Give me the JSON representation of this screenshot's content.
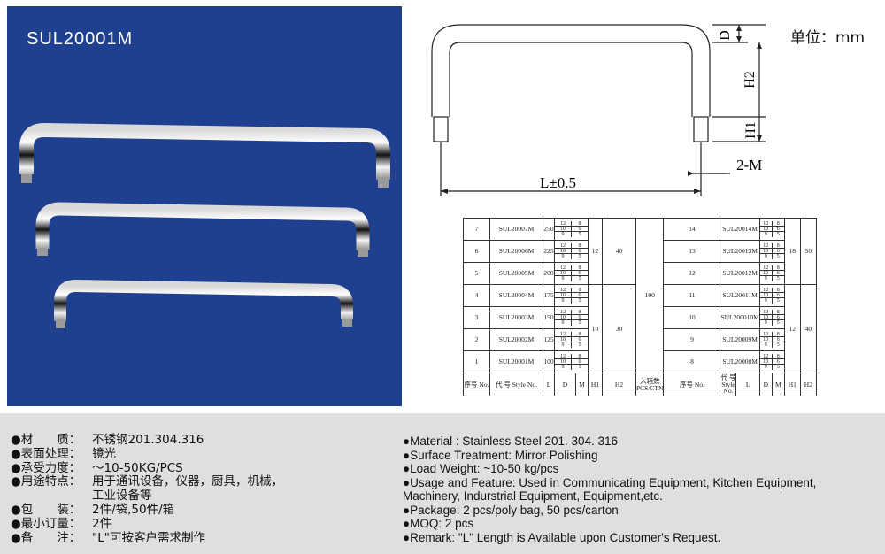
{
  "model": "SUL20001M",
  "unit": "单位：mm",
  "dim_labels": {
    "d": "D",
    "h2": "H2",
    "h1": "H1",
    "m": "2-M",
    "l": "L±0.5"
  },
  "table": {
    "header_left": {
      "no": "序号 No.",
      "style": "代 号 Style No.",
      "l": "L",
      "d": "D",
      "m": "M",
      "h1": "H1",
      "h2": "H2"
    },
    "header_mid": "入箱数 PCS/CTN",
    "header_right": {
      "no": "序号 No.",
      "style": "代 号 Style No.",
      "l": "L",
      "d": "D",
      "m": "M",
      "h1": "H1",
      "h2": "H2"
    },
    "dm_rows": [
      [
        "12",
        "8"
      ],
      [
        "10",
        "6"
      ],
      [
        "9",
        "5"
      ]
    ],
    "left_rows": [
      {
        "no": "7",
        "style": "SUL20007M",
        "l": "250"
      },
      {
        "no": "6",
        "style": "SUL20006M",
        "l": "225"
      },
      {
        "no": "5",
        "style": "SUL20005M",
        "l": "200"
      },
      {
        "no": "4",
        "style": "SUL20004M",
        "l": "175"
      },
      {
        "no": "3",
        "style": "SUL20003M",
        "l": "150"
      },
      {
        "no": "2",
        "style": "SUL20002M",
        "l": "125"
      },
      {
        "no": "1",
        "style": "SUL20001M",
        "l": "100"
      }
    ],
    "left_h_top": {
      "h1": "12",
      "h2": "40"
    },
    "left_h_bottom": {
      "h1": "10",
      "h2": "30"
    },
    "pcs": "100",
    "right_rows": [
      {
        "no": "14",
        "style": "SUL20014M"
      },
      {
        "no": "13",
        "style": "SUL20013M"
      },
      {
        "no": "12",
        "style": "SUL20012M"
      },
      {
        "no": "11",
        "style": "SUL20011M"
      },
      {
        "no": "10",
        "style": "SUL200010M"
      },
      {
        "no": "9",
        "style": "SUL20009M"
      },
      {
        "no": "8",
        "style": "SUL20008M"
      }
    ],
    "right_h_top": {
      "h1": "18",
      "h2": "50"
    },
    "right_h_bottom": {
      "h1": "12",
      "h2": "40"
    }
  },
  "cn_specs": [
    {
      "label": "●材　　质：",
      "value": "不锈钢201.304.316"
    },
    {
      "label": "●表面处理：",
      "value": "镜光"
    },
    {
      "label": "●承受力度：",
      "value": "～10-50KG/PCS"
    },
    {
      "label": "●用途特点：",
      "value": "用于通讯设备，仪器，厨具，机械，"
    },
    {
      "label": "",
      "value": "工业设备等"
    },
    {
      "label": "●包　　装：",
      "value": "2件/袋,50件/箱"
    },
    {
      "label": "●最小订量：",
      "value": "2件"
    },
    {
      "label": "●备　　注：",
      "value": "\"L\"可按客户需求制作"
    }
  ],
  "en_specs": [
    "●Material : Stainless Steel 201. 304. 316",
    "●Surface Treatment: Mirror Polishing",
    "●Load Weight: ~10-50 kg/pcs",
    "●Usage and Feature: Used in Communicating Equipment, Kitchen Equipment,",
    "Machinery, Indurstrial Equipment, Equipment,etc.",
    "●Package: 2 pcs/poly bag, 50 pcs/carton",
    "●MOQ: 2 pcs",
    "●Remark: \"L\" Length is Available upon Customer's Request."
  ]
}
